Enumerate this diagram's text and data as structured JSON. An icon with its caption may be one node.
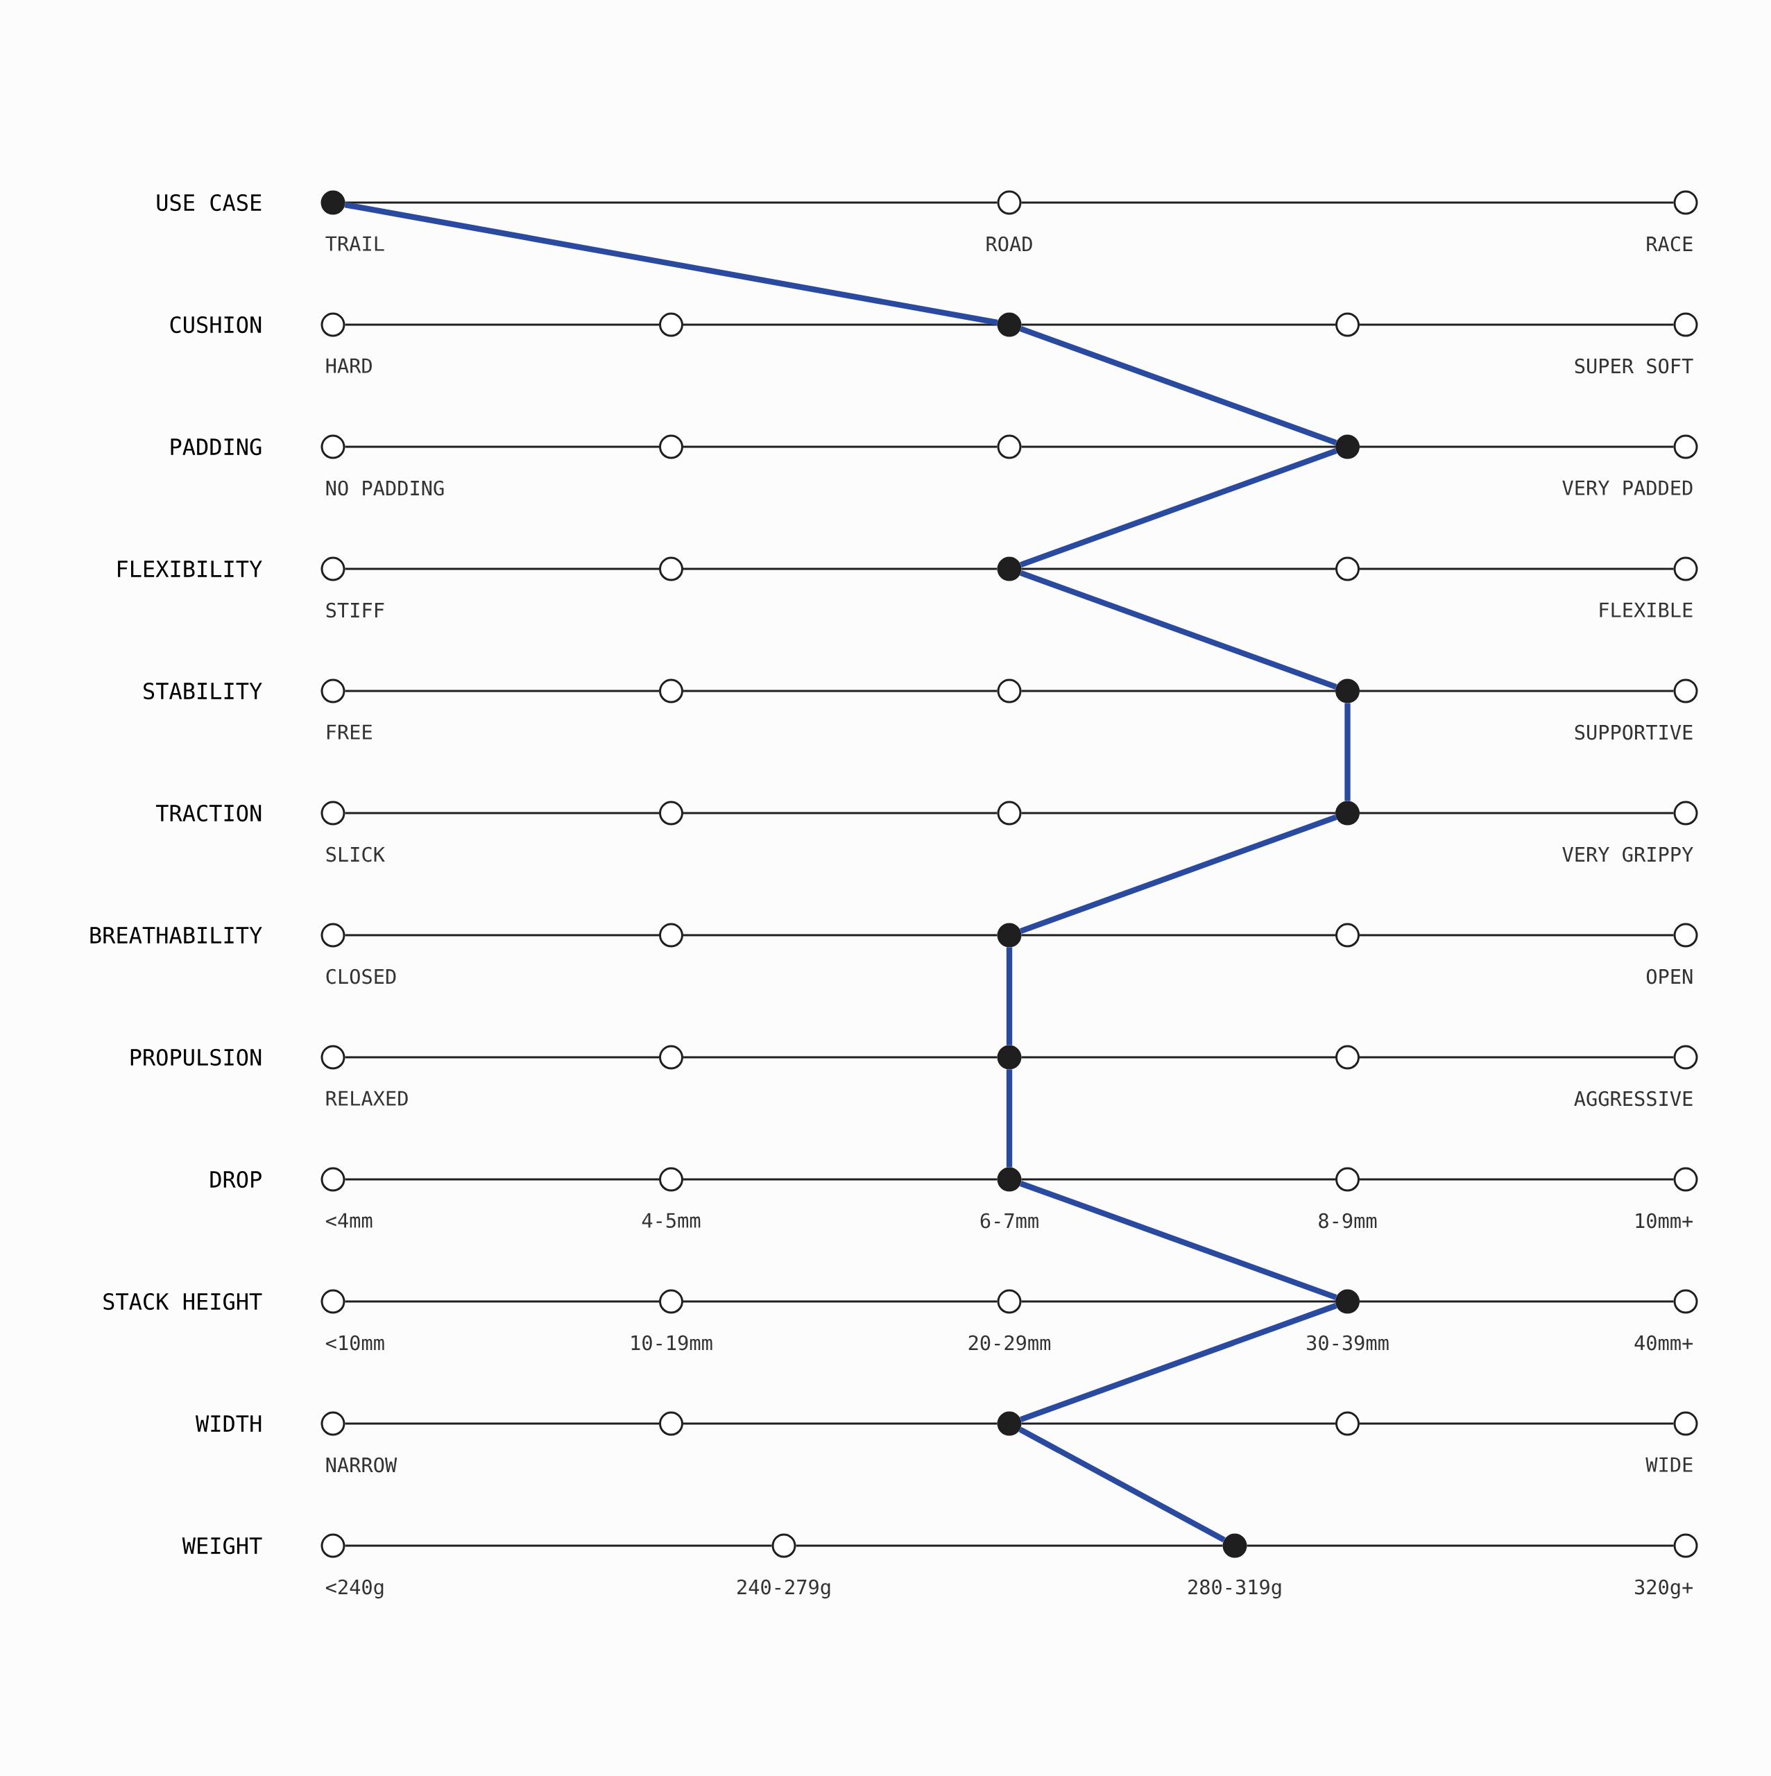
{
  "diagram": {
    "nodes": [
      {
        "text": [],
        "shape": "dot",
        "beside": [
          "TRAIL"
        ]
      },
      {
        "text": [],
        "shape": "circle",
        "beside": [
          "ROAD"
        ]
      },
      {
        "text": [],
        "shape": "circle",
        "beside": [
          "RACE"
        ]
      },
      {
        "text": [],
        "shape": "circle",
        "beside": [
          "HARD"
        ]
      },
      {
        "text": [],
        "shape": "circle"
      },
      {
        "text": [],
        "shape": "dot"
      },
      {
        "text": [],
        "shape": "circle"
      },
      {
        "text": [],
        "shape": "circle",
        "beside": [
          "SUPER SOFT"
        ]
      },
      {
        "text": [],
        "shape": "circle",
        "beside": [
          "NO PADDING"
        ]
      },
      {
        "text": [],
        "shape": "circle"
      },
      {
        "text": [],
        "shape": "circle"
      },
      {
        "text": [],
        "shape": "dot"
      },
      {
        "text": [],
        "shape": "circle",
        "beside": [
          "VERY PADDED"
        ]
      },
      {
        "text": [],
        "shape": "circle",
        "beside": [
          "STIFF"
        ]
      },
      {
        "text": [],
        "shape": "circle"
      },
      {
        "text": [],
        "shape": "dot"
      },
      {
        "text": [],
        "shape": "circle"
      },
      {
        "text": [],
        "shape": "circle",
        "beside": [
          "FLEXIBLE"
        ]
      },
      {
        "text": [],
        "shape": "circle",
        "beside": [
          "FREE"
        ]
      },
      {
        "text": [],
        "shape": "circle"
      },
      {
        "text": [],
        "shape": "circle"
      },
      {
        "text": [],
        "shape": "dot"
      },
      {
        "text": [],
        "shape": "circle",
        "beside": [
          "SUPPORTIVE"
        ]
      },
      {
        "text": [],
        "shape": "circle",
        "beside": [
          "SLICK"
        ]
      },
      {
        "text": [],
        "shape": "circle"
      },
      {
        "text": [],
        "shape": "circle"
      },
      {
        "text": [],
        "shape": "dot"
      },
      {
        "text": [],
        "shape": "circle",
        "beside": [
          "VERY GRIPPY"
        ]
      },
      {
        "text": [],
        "shape": "circle",
        "beside": [
          "CLOSED"
        ]
      },
      {
        "text": [],
        "shape": "circle"
      },
      {
        "text": [],
        "shape": "dot"
      },
      {
        "text": [],
        "shape": "circle"
      },
      {
        "text": [],
        "shape": "circle",
        "beside": [
          "OPEN"
        ]
      },
      {
        "text": [],
        "shape": "circle",
        "beside": [
          "RELAXED"
        ]
      },
      {
        "text": [],
        "shape": "circle"
      },
      {
        "text": [],
        "shape": "dot"
      },
      {
        "text": [],
        "shape": "circle"
      },
      {
        "text": [],
        "shape": "circle",
        "beside": [
          "AGGRESSIVE"
        ]
      },
      {
        "text": [],
        "shape": "circle",
        "beside": [
          "<4mm"
        ]
      },
      {
        "text": [],
        "shape": "circle",
        "beside": [
          "4-5mm"
        ]
      },
      {
        "text": [],
        "shape": "dot",
        "beside": [
          "6-7mm"
        ]
      },
      {
        "text": [],
        "shape": "circle",
        "beside": [
          "8-9mm"
        ]
      },
      {
        "text": [],
        "shape": "circle",
        "beside": [
          "10mm+"
        ]
      },
      {
        "text": [],
        "shape": "circle",
        "beside": [
          "<10mm"
        ]
      },
      {
        "text": [],
        "shape": "circle",
        "beside": [
          "10-19mm"
        ]
      },
      {
        "text": [],
        "shape": "circle",
        "beside": [
          "20-29mm"
        ]
      },
      {
        "text": [],
        "shape": "dot",
        "beside": [
          "30-39mm"
        ]
      },
      {
        "text": [],
        "shape": "circle",
        "beside": [
          "40mm+"
        ]
      },
      {
        "text": [],
        "shape": "circle",
        "beside": [
          "NARROW"
        ]
      },
      {
        "text": [],
        "shape": "circle"
      },
      {
        "text": [],
        "shape": "dot"
      },
      {
        "text": [],
        "shape": "circle"
      },
      {
        "text": [],
        "shape": "circle",
        "beside": [
          "WIDE"
        ]
      },
      {
        "text": [],
        "shape": "circle",
        "beside": [
          "<240g"
        ]
      },
      {
        "text": [],
        "shape": "circle",
        "beside": [
          "240-279g"
        ]
      },
      {
        "text": [],
        "shape": "dot",
        "beside": [
          "280-319g"
        ]
      },
      {
        "text": [],
        "shape": "circle",
        "beside": [
          "320g+"
        ]
      }
    ],
    "edges": [
      {
        "from": 0,
        "to": 1,
        "arrow": "none"
      },
      {
        "from": 1,
        "to": 2,
        "arrow": "none"
      },
      {
        "from": 3,
        "to": 4,
        "arrow": "none"
      },
      {
        "from": 4,
        "to": 5,
        "arrow": "none"
      },
      {
        "from": 5,
        "to": 6,
        "arrow": "none"
      },
      {
        "from": 6,
        "to": 7,
        "arrow": "none"
      },
      {
        "from": 8,
        "to": 9,
        "arrow": "none"
      },
      {
        "from": 9,
        "to": 10,
        "arrow": "none"
      },
      {
        "from": 10,
        "to": 11,
        "arrow": "none"
      },
      {
        "from": 11,
        "to": 12,
        "arrow": "none"
      },
      {
        "from": 13,
        "to": 14,
        "arrow": "none"
      },
      {
        "from": 14,
        "to": 15,
        "arrow": "none"
      },
      {
        "from": 15,
        "to": 16,
        "arrow": "none"
      },
      {
        "from": 16,
        "to": 17,
        "arrow": "none"
      },
      {
        "from": 18,
        "to": 19,
        "arrow": "none"
      },
      {
        "from": 19,
        "to": 20,
        "arrow": "none"
      },
      {
        "from": 20,
        "to": 21,
        "arrow": "none"
      },
      {
        "from": 21,
        "to": 22,
        "arrow": "none"
      },
      {
        "from": 23,
        "to": 24,
        "arrow": "none"
      },
      {
        "from": 24,
        "to": 25,
        "arrow": "none"
      },
      {
        "from": 25,
        "to": 26,
        "arrow": "none"
      },
      {
        "from": 26,
        "to": 27,
        "arrow": "none"
      },
      {
        "from": 28,
        "to": 29,
        "arrow": "none"
      },
      {
        "from": 29,
        "to": 30,
        "arrow": "none"
      },
      {
        "from": 30,
        "to": 31,
        "arrow": "none"
      },
      {
        "from": 31,
        "to": 32,
        "arrow": "none"
      },
      {
        "from": 33,
        "to": 34,
        "arrow": "none"
      },
      {
        "from": 34,
        "to": 35,
        "arrow": "none"
      },
      {
        "from": 35,
        "to": 36,
        "arrow": "none"
      },
      {
        "from": 36,
        "to": 37,
        "arrow": "none"
      },
      {
        "from": 38,
        "to": 39,
        "arrow": "none"
      },
      {
        "from": 39,
        "to": 40,
        "arrow": "none"
      },
      {
        "from": 40,
        "to": 41,
        "arrow": "none"
      },
      {
        "from": 41,
        "to": 42,
        "arrow": "none"
      },
      {
        "from": 43,
        "to": 44,
        "arrow": "none"
      },
      {
        "from": 44,
        "to": 45,
        "arrow": "none"
      },
      {
        "from": 45,
        "to": 46,
        "arrow": "none"
      },
      {
        "from": 46,
        "to": 47,
        "arrow": "none"
      },
      {
        "from": 48,
        "to": 49,
        "arrow": "none"
      },
      {
        "from": 49,
        "to": 50,
        "arrow": "none"
      },
      {
        "from": 50,
        "to": 51,
        "arrow": "none"
      },
      {
        "from": 51,
        "to": 52,
        "arrow": "none"
      },
      {
        "from": 53,
        "to": 54,
        "arrow": "none"
      },
      {
        "from": 54,
        "to": 55,
        "arrow": "none"
      },
      {
        "from": 55,
        "to": 56,
        "arrow": "none"
      },
      {
        "from": 0,
        "to": 5,
        "arrow": "none",
        "style": "thick",
        "color": "#2a4a9f"
      },
      {
        "from": 5,
        "to": 11,
        "arrow": "none",
        "style": "thick",
        "color": "#2a4a9f"
      },
      {
        "from": 11,
        "to": 15,
        "arrow": "none",
        "style": "thick",
        "color": "#2a4a9f"
      },
      {
        "from": 15,
        "to": 21,
        "arrow": "none",
        "style": "thick",
        "color": "#2a4a9f"
      },
      {
        "from": 21,
        "to": 26,
        "arrow": "none",
        "style": "thick",
        "color": "#2a4a9f"
      },
      {
        "from": 26,
        "to": 30,
        "arrow": "none",
        "style": "thick",
        "color": "#2a4a9f"
      },
      {
        "from": 30,
        "to": 35,
        "arrow": "none",
        "style": "thick",
        "color": "#2a4a9f"
      },
      {
        "from": 35,
        "to": 40,
        "arrow": "none",
        "style": "thick",
        "color": "#2a4a9f"
      },
      {
        "from": 40,
        "to": 46,
        "arrow": "none",
        "style": "thick",
        "color": "#2a4a9f"
      },
      {
        "from": 46,
        "to": 50,
        "arrow": "none",
        "style": "thick",
        "color": "#2a4a9f"
      },
      {
        "from": 50,
        "to": 55,
        "arrow": "none",
        "style": "thick",
        "color": "#2a4a9f"
      }
    ],
    "labels": [
      "USE CASE",
      "CUSHION",
      "PADDING",
      "FLEXIBILITY",
      "STABILITY",
      "TRACTION",
      "BREATHABILITY",
      "PROPULSION",
      "DROP",
      "STACK HEIGHT",
      "WIDTH",
      "WEIGHT"
    ]
  }
}
